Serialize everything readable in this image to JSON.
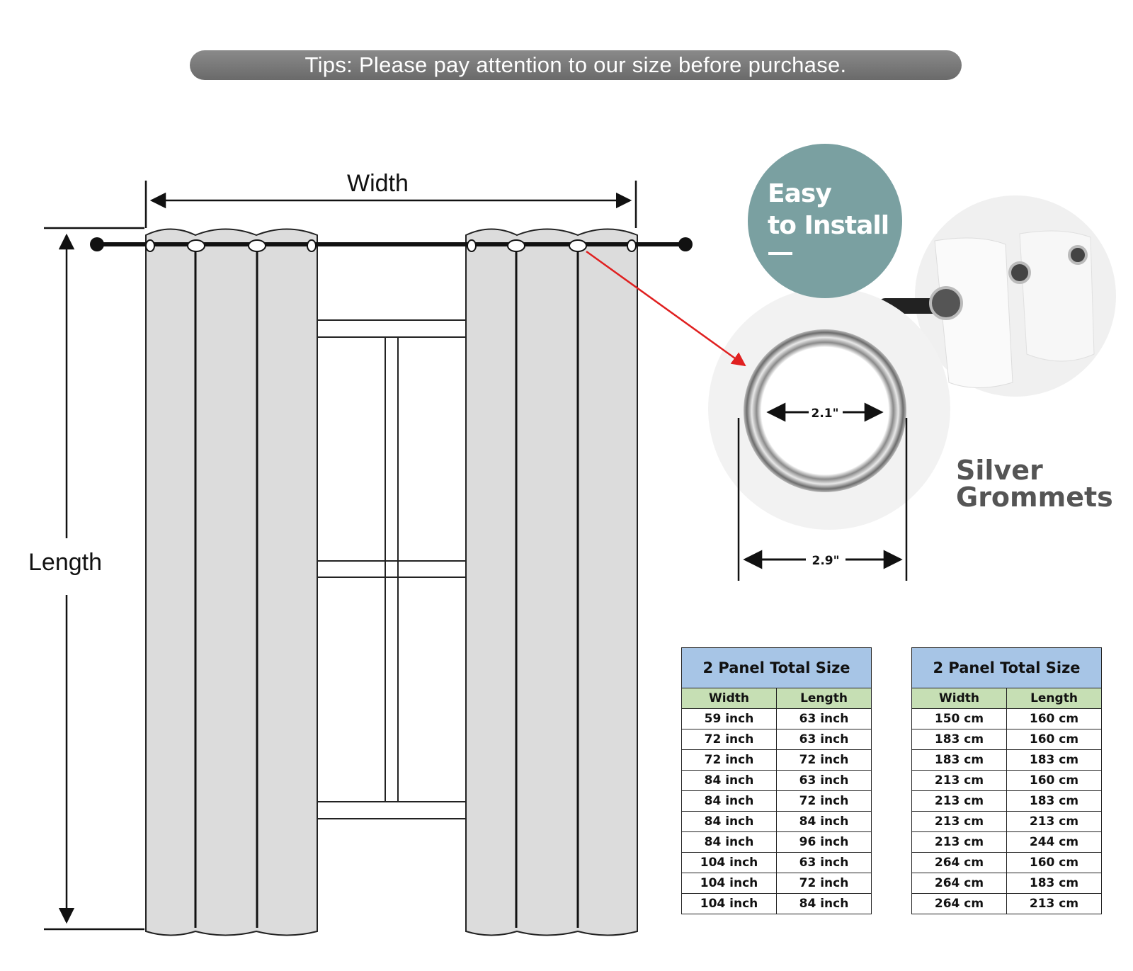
{
  "banner": {
    "text": "Tips: Please pay attention to our size before purchase."
  },
  "diagram": {
    "width_label": "Width",
    "length_label": "Length",
    "inner_diameter": "2.1\"",
    "outer_diameter": "2.9\""
  },
  "badge": {
    "line1": "Easy",
    "line2": "to Install"
  },
  "grommet_label": {
    "line1": "Silver",
    "line2": "Grommets"
  },
  "colors": {
    "banner": "#777777",
    "badge": "#7aa0a1",
    "table_header": "#a7c5e6",
    "table_subheader": "#c6dfb4",
    "arrow_red": "#e02020",
    "curtain": "#dcdcdc"
  },
  "tables": {
    "left": {
      "title": "2 Panel Total Size",
      "columns": [
        "Width",
        "Length"
      ],
      "rows": [
        [
          "59 inch",
          "63 inch"
        ],
        [
          "72 inch",
          "63 inch"
        ],
        [
          "72 inch",
          "72 inch"
        ],
        [
          "84 inch",
          "63 inch"
        ],
        [
          "84 inch",
          "72 inch"
        ],
        [
          "84 inch",
          "84 inch"
        ],
        [
          "84 inch",
          "96 inch"
        ],
        [
          "104 inch",
          "63 inch"
        ],
        [
          "104 inch",
          "72 inch"
        ],
        [
          "104 inch",
          "84 inch"
        ]
      ]
    },
    "right": {
      "title": "2 Panel Total Size",
      "columns": [
        "Width",
        "Length"
      ],
      "rows": [
        [
          "150 cm",
          "160 cm"
        ],
        [
          "183 cm",
          "160 cm"
        ],
        [
          "183 cm",
          "183 cm"
        ],
        [
          "213 cm",
          "160 cm"
        ],
        [
          "213 cm",
          "183 cm"
        ],
        [
          "213 cm",
          "213 cm"
        ],
        [
          "213 cm",
          "244 cm"
        ],
        [
          "264 cm",
          "160 cm"
        ],
        [
          "264 cm",
          "183 cm"
        ],
        [
          "264 cm",
          "213 cm"
        ]
      ]
    }
  }
}
